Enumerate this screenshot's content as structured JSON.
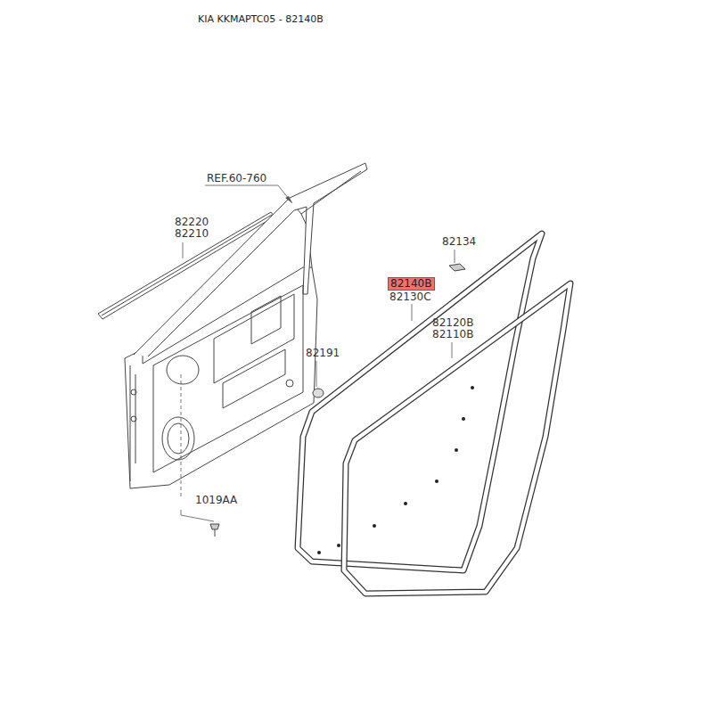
{
  "diagram": {
    "title": "KIA KKMAPTC05 - 82140B",
    "nodes": [
      {
        "text": [
          "82140B"
        ]
      }
    ],
    "labels": [
      "REF.60-760",
      "82220",
      "82210",
      "82134",
      "82130C",
      "82120B",
      "82110B",
      "82191",
      "1019AA"
    ]
  }
}
